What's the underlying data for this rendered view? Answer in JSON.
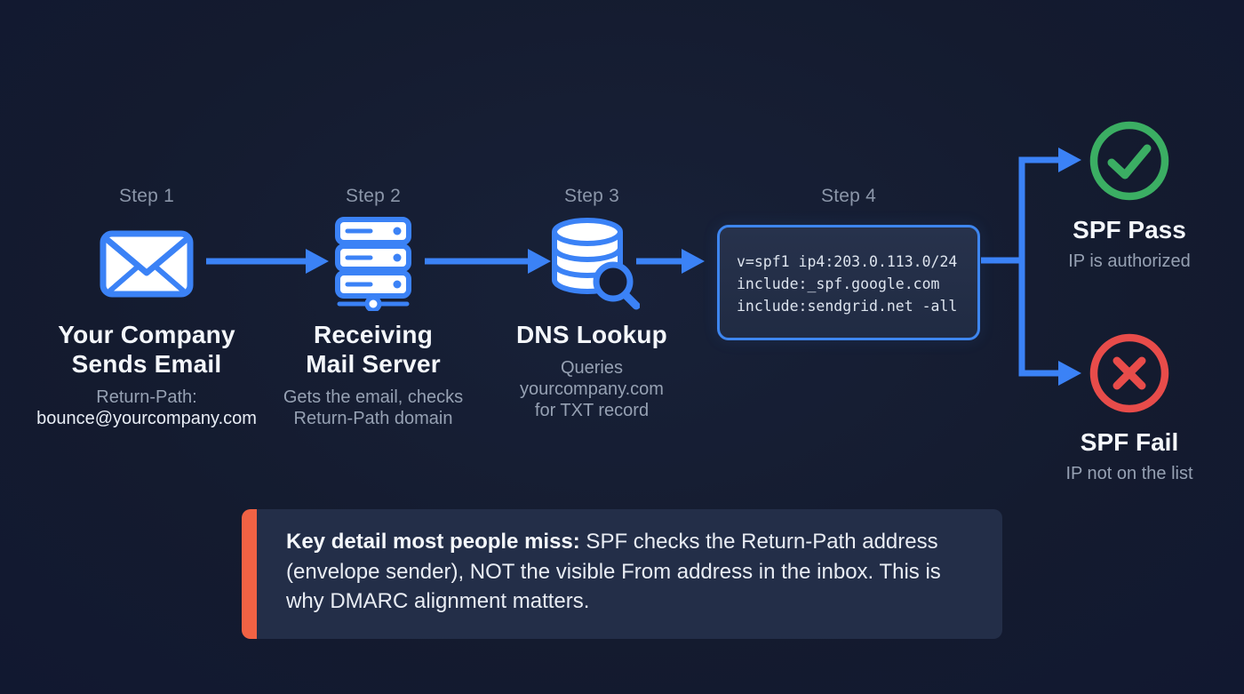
{
  "palette": {
    "background": "#141b2f",
    "arrow_blue": "#3b82f6",
    "pass_green": "#3bae63",
    "fail_red": "#e84c4a",
    "callout_accent": "#f16244",
    "muted_text": "#96a1b3",
    "bright_text": "#f4f7fb"
  },
  "steps": [
    {
      "label": "Step 1",
      "icon": "envelope-icon",
      "title_lines": [
        "Your Company",
        "Sends Email"
      ],
      "sub_lines": [
        "Return-Path:",
        "bounce@yourcompany.com"
      ]
    },
    {
      "label": "Step 2",
      "icon": "mail-server-icon",
      "title_lines": [
        "Receiving",
        "Mail Server"
      ],
      "sub_lines": [
        "Gets the email, checks",
        "Return-Path domain"
      ]
    },
    {
      "label": "Step 3",
      "icon": "dns-database-search-icon",
      "title_lines": [
        "DNS Lookup"
      ],
      "sub_lines": [
        "Queries",
        "yourcompany.com",
        "for TXT record"
      ]
    },
    {
      "label": "Step 4",
      "icon": "spf-record-box",
      "spf_record_lines": [
        "v=spf1 ip4:203.0.113.0/24",
        "include:_spf.google.com",
        "include:sendgrid.net -all"
      ]
    }
  ],
  "outcomes": [
    {
      "icon": "check-circle-icon",
      "title": "SPF Pass",
      "subtitle": "IP is authorized",
      "color": "#3bae63"
    },
    {
      "icon": "x-circle-icon",
      "title": "SPF Fail",
      "subtitle": "IP not on the list",
      "color": "#e84c4a"
    }
  ],
  "callout": {
    "lead": "Key detail most people miss:",
    "body": " SPF checks the Return-Path address (envelope sender), NOT the visible From address in the inbox. This is why DMARC alignment matters."
  }
}
